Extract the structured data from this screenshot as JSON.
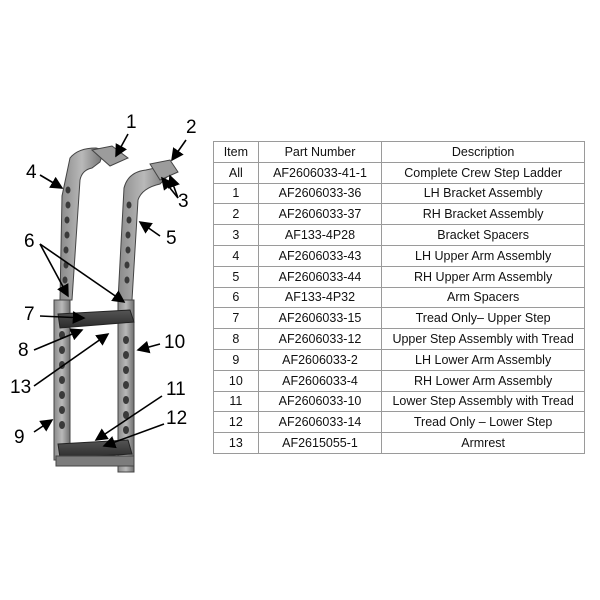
{
  "callouts": [
    "1",
    "2",
    "3",
    "4",
    "5",
    "6",
    "7",
    "8",
    "9",
    "10",
    "11",
    "12",
    "13"
  ],
  "table": {
    "headers": [
      "Item",
      "Part Number",
      "Description"
    ],
    "rows": [
      [
        "All",
        "AF2606033-41-1",
        "Complete Crew Step Ladder"
      ],
      [
        "1",
        "AF2606033-36",
        "LH Bracket Assembly"
      ],
      [
        "2",
        "AF2606033-37",
        "RH Bracket Assembly"
      ],
      [
        "3",
        "AF133-4P28",
        "Bracket Spacers"
      ],
      [
        "4",
        "AF2606033-43",
        "LH Upper Arm Assembly"
      ],
      [
        "5",
        "AF2606033-44",
        "RH Upper Arm Assembly"
      ],
      [
        "6",
        "AF133-4P32",
        "Arm Spacers"
      ],
      [
        "7",
        "AF2606033-15",
        "Tread Only– Upper Step"
      ],
      [
        "8",
        "AF2606033-12",
        "Upper Step Assembly with Tread"
      ],
      [
        "9",
        "AF2606033-2",
        "LH Lower Arm Assembly"
      ],
      [
        "10",
        "AF2606033-4",
        "RH Lower Arm Assembly"
      ],
      [
        "11",
        "AF2606033-10",
        "Lower Step Assembly with Tread"
      ],
      [
        "12",
        "AF2606033-14",
        "Tread Only – Lower Step"
      ],
      [
        "13",
        "AF2615055-1",
        "Armrest"
      ]
    ]
  }
}
